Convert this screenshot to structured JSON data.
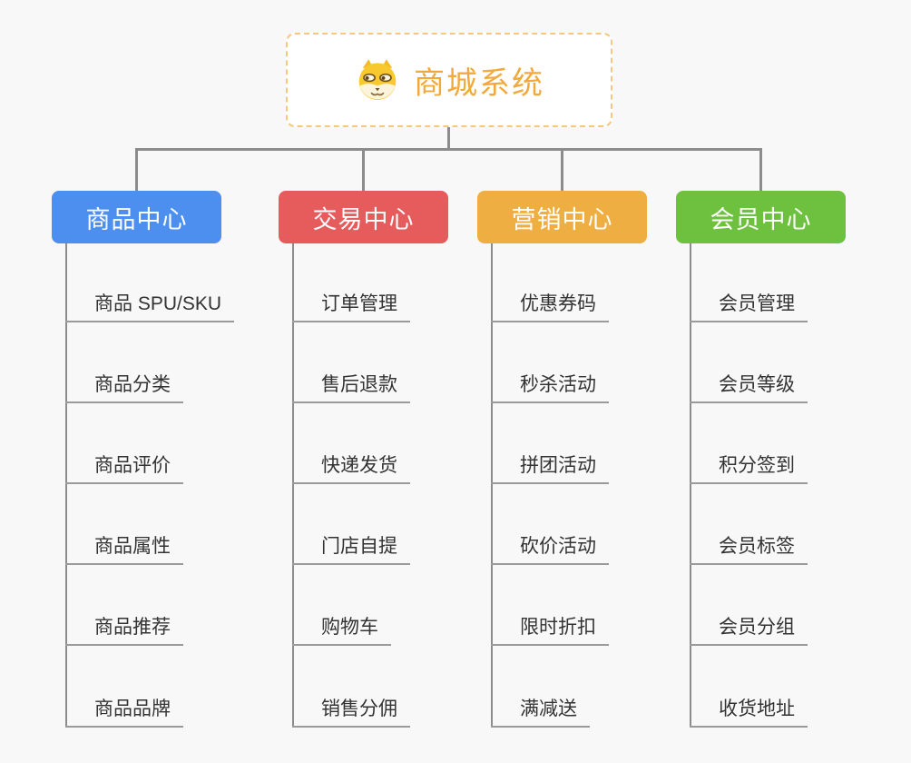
{
  "root": {
    "title": "商城系统",
    "icon": "dog-face-icon"
  },
  "colors": {
    "background": "#F8F8F8",
    "root_border": "#F6C87E",
    "root_title": "#F2A93C",
    "connector": "#8C8C8C",
    "item_text": "#333333",
    "item_underline": "#9A9A9A",
    "branch_product": "#4D8FEF",
    "branch_trade": "#E65C5C",
    "branch_marketing": "#EFAE41",
    "branch_member": "#6EC13E"
  },
  "columns": [
    {
      "id": "product",
      "title": "商品中心",
      "color": "#4D8FEF",
      "items": [
        "商品 SPU/SKU",
        "商品分类",
        "商品评价",
        "商品属性",
        "商品推荐",
        "商品品牌"
      ]
    },
    {
      "id": "trade",
      "title": "交易中心",
      "color": "#E65C5C",
      "items": [
        "订单管理",
        "售后退款",
        "快递发货",
        "门店自提",
        "购物车",
        "销售分佣"
      ]
    },
    {
      "id": "marketing",
      "title": "营销中心",
      "color": "#EFAE41",
      "items": [
        "优惠券码",
        "秒杀活动",
        "拼团活动",
        "砍价活动",
        "限时折扣",
        "满减送"
      ]
    },
    {
      "id": "member",
      "title": "会员中心",
      "color": "#6EC13E",
      "items": [
        "会员管理",
        "会员等级",
        "积分签到",
        "会员标签",
        "会员分组",
        "收货地址"
      ]
    }
  ]
}
